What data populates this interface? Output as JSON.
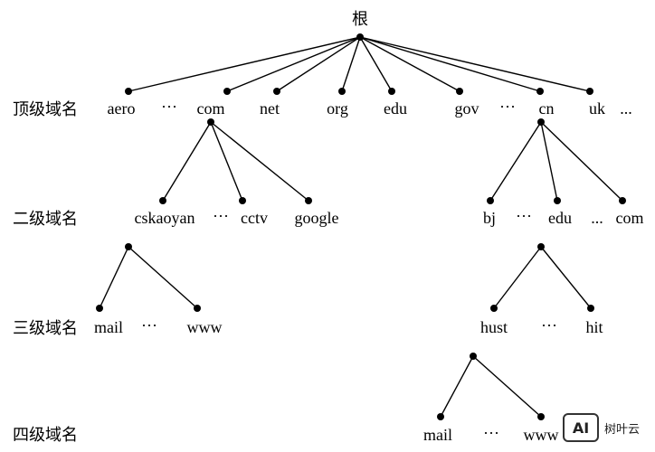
{
  "level_labels": {
    "top": "顶级域名",
    "second": "二级域名",
    "third": "三级域名",
    "fourth": "四级域名"
  },
  "nodes": {
    "root": "根",
    "aero": "aero",
    "top_ellipsis": "···",
    "com": "com",
    "net": "net",
    "org": "org",
    "edu": "edu",
    "gov": "gov",
    "top_ellipsis2": "···",
    "cn": "cn",
    "uk": "uk",
    "top_trailing": "...",
    "cskaoyan": "cskaoyan",
    "com_ellipsis": "···",
    "cctv": "cctv",
    "google": "google",
    "bj": "bj",
    "cn_ellipsis": "···",
    "cn_edu": "edu",
    "cn_dots": "...",
    "cn_com": "com",
    "mail": "mail",
    "cskaoyan_ellipsis": "···",
    "www": "www",
    "hust": "hust",
    "edu_ellipsis": "···",
    "hit": "hit",
    "hust_mail": "mail",
    "hust_ellipsis": "···",
    "hust_www": "www"
  },
  "watermark": {
    "logo": "AI",
    "text": "树叶云"
  }
}
